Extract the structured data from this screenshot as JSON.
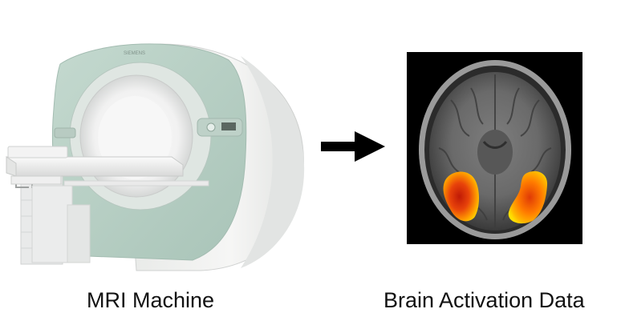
{
  "captions": {
    "left": "MRI Machine",
    "right": "Brain Activation Data"
  },
  "mri": {
    "brand_text": "SIEMENS",
    "body_color": "#cfe0d8",
    "panel_color": "#f2f2f2"
  },
  "brain": {
    "background": "#000000",
    "activation_colors": [
      "#d81e06",
      "#ff6a00",
      "#ffd400"
    ]
  },
  "arrow": {
    "color": "#000000"
  }
}
